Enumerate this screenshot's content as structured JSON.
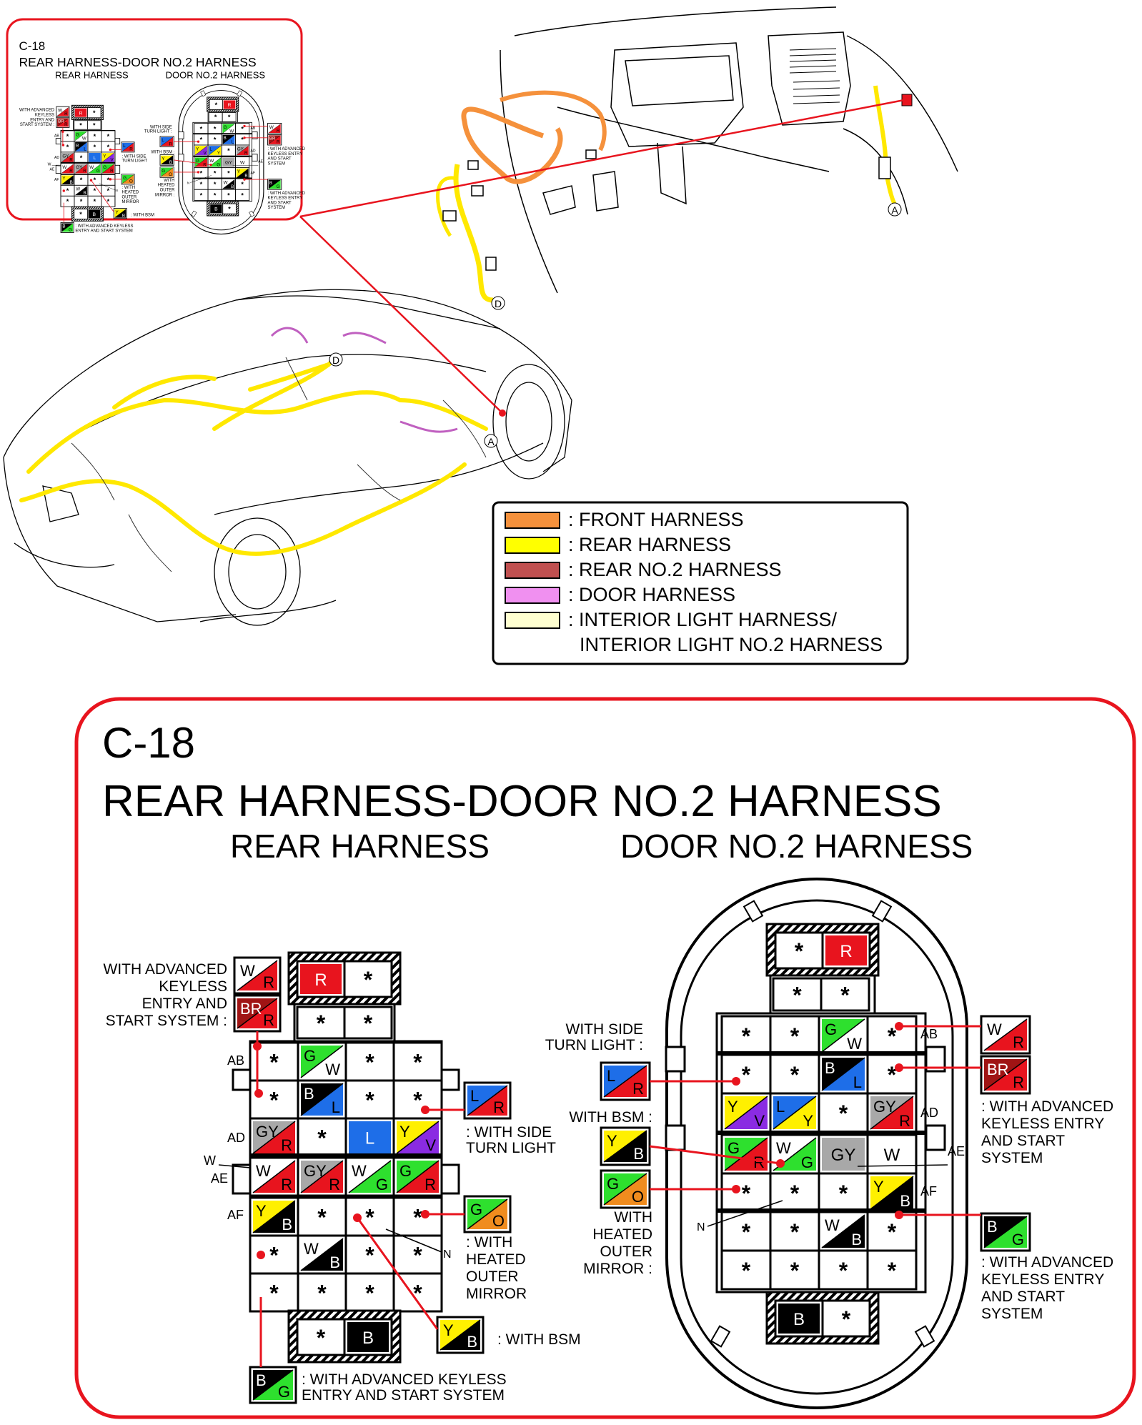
{
  "connector": {
    "id": "C-18",
    "title": "REAR HARNESS-DOOR NO.2 HARNESS",
    "left_header": "REAR HARNESS",
    "right_header": "DOOR NO.2 HARNESS"
  },
  "legend": [
    {
      "color": "#F5913C",
      "label": ": FRONT HARNESS"
    },
    {
      "color": "#FFFF00",
      "label": ": REAR HARNESS"
    },
    {
      "color": "#C05050",
      "label": ": REAR NO.2 HARNESS"
    },
    {
      "color": "#F090F0",
      "label": ": DOOR HARNESS"
    },
    {
      "color": "#FFFFD0",
      "label": ": INTERIOR LIGHT HARNESS/"
    },
    {
      "color": "",
      "label": "INTERIOR LIGHT NO.2 HARNESS"
    }
  ],
  "markers": {
    "a": "A",
    "d": "D",
    "ab": "AB",
    "ad": "AD",
    "ae": "AE",
    "af": "AF",
    "w": "W",
    "n": "N",
    "star": "*"
  },
  "wires": {
    "W": "W",
    "R": "R",
    "BR": "BR",
    "G": "G",
    "B": "B",
    "L": "L",
    "GY": "GY",
    "Y": "Y",
    "V": "V",
    "O": "O"
  },
  "notes_left": {
    "adv1": [
      "WITH ADVANCED",
      "KEYLESS",
      "ENTRY AND",
      "START SYSTEM :"
    ],
    "side": [
      ": WITH SIDE",
      "TURN LIGHT"
    ],
    "mirror": [
      ": WITH",
      "HEATED",
      "OUTER",
      "MIRROR"
    ],
    "bsm": ": WITH BSM",
    "adv2": [
      ": WITH ADVANCED KEYLESS",
      "ENTRY AND START SYSTEM"
    ]
  },
  "notes_right": {
    "side": [
      "WITH SIDE",
      "TURN LIGHT :"
    ],
    "bsm": "WITH BSM :",
    "mirror": [
      "WITH",
      "HEATED",
      "OUTER",
      "MIRROR :"
    ],
    "adv1": [
      ": WITH ADVANCED",
      "KEYLESS ENTRY",
      "AND START",
      "SYSTEM"
    ],
    "adv2": [
      ": WITH ADVANCED",
      "KEYLESS ENTRY",
      "AND START",
      "SYSTEM"
    ]
  },
  "colors": {
    "red": "#E8141E",
    "dark_red": "#A01414",
    "green": "#2EE02E",
    "blue": "#1E6EE8",
    "yellow": "#FFF000",
    "violet": "#8A2BE2",
    "gray": "#A8A8A8",
    "orange": "#F08C1E",
    "black": "#000000",
    "white": "#FFFFFF"
  }
}
